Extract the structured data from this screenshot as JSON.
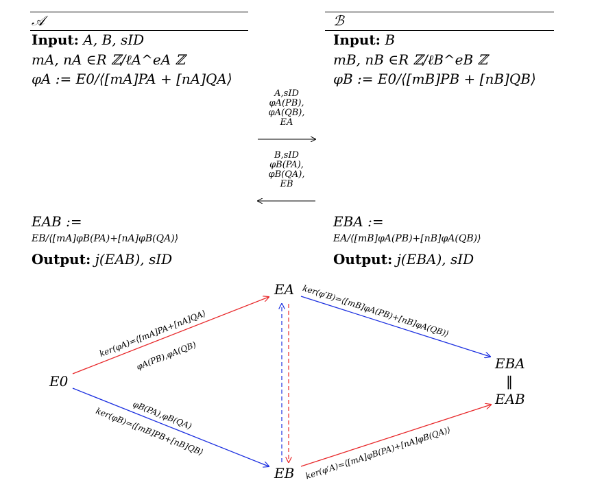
{
  "protocol": {
    "alice": {
      "name": "𝒜",
      "input_label": "Input:",
      "input_value": "A, B, sID",
      "line2": "mA, nA ∈R ℤ/ℓA^eA ℤ",
      "line3": "φA := E0/⟨[mA]PA + [nA]QA⟩",
      "result_line1": "EAB :=",
      "result_line2": "EB/⟨[mA]φB(PA)+[nA]φB(QA)⟩",
      "output_label": "Output:",
      "output_value": "j(EAB), sID"
    },
    "bob": {
      "name": "ℬ",
      "input_label": "Input:",
      "input_value": "B",
      "line2": "mB, nB ∈R ℤ/ℓB^eB ℤ",
      "line3": "φB := E0/⟨[mB]PB + [nB]QB⟩",
      "result_line1": "EBA :=",
      "result_line2": "EA/⟨[mB]φA(PB)+[nB]φA(QB)⟩",
      "output_label": "Output:",
      "output_value": "j(EBA), sID"
    },
    "message_a_to_b": [
      "A,sID",
      "φA(PB),",
      "φA(QB),",
      "EA"
    ],
    "message_b_to_a": [
      "B,sID",
      "φB(PA),",
      "φB(QA),",
      "EB"
    ]
  },
  "diagram": {
    "nodes": {
      "e0": "E0",
      "ea": "EA",
      "eb": "EB",
      "eba": "EBA",
      "eq": "‖",
      "eab": "EAB"
    },
    "edges": {
      "e0_ea_top": "ker(φA)=⟨[mA]PA+[nA]QA⟩",
      "e0_ea_bottom": "φA(PB),φA(QB)",
      "e0_eb_top": "φB(PA),φB(QA)",
      "e0_eb_bottom": "ker(φB)=⟨[mB]PB+[nB]QB⟩",
      "ea_eba": "ker(φ′B)=⟨[mB]φA(PB)+[nB]φA(QB)⟩",
      "eb_eab": "ker(φ′A)=⟨[mA]φB(PA)+[nA]φB(QA)⟩"
    },
    "colors": {
      "red": "#e8282a",
      "blue": "#1b2fe0"
    }
  }
}
